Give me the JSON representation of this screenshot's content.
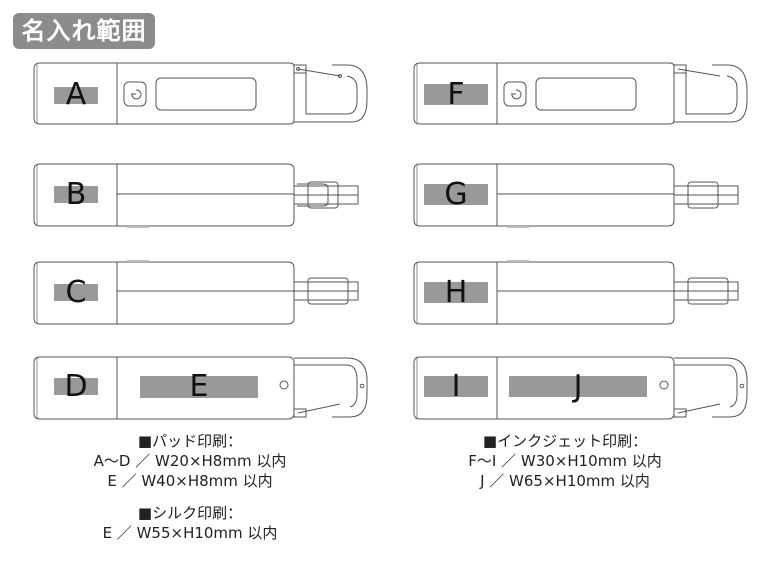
{
  "title": "名入れ範囲",
  "devices": [
    {
      "id": "A",
      "type": "front-button",
      "zones": [
        {
          "label": "A"
        }
      ]
    },
    {
      "id": "B",
      "type": "side-strap",
      "zones": [
        {
          "label": "B"
        }
      ]
    },
    {
      "id": "C",
      "type": "side-strap-flat",
      "zones": [
        {
          "label": "C"
        }
      ]
    },
    {
      "id": "DE",
      "type": "back-carabiner",
      "zones": [
        {
          "label": "D"
        },
        {
          "label": "E"
        }
      ]
    },
    {
      "id": "F",
      "type": "front-button",
      "zones": [
        {
          "label": "F"
        }
      ]
    },
    {
      "id": "G",
      "type": "side-strap",
      "zones": [
        {
          "label": "G"
        }
      ]
    },
    {
      "id": "H",
      "type": "side-strap-flat",
      "zones": [
        {
          "label": "H"
        }
      ]
    },
    {
      "id": "IJ",
      "type": "back-carabiner",
      "zones": [
        {
          "label": "I"
        },
        {
          "label": "J"
        }
      ]
    }
  ],
  "notes_left": {
    "pad_heading": "■パッド印刷：",
    "pad_line1": "A～D ／ W20×H8mm 以内",
    "pad_line2": "E ／ W40×H8mm 以内",
    "silk_heading": "■シルク印刷：",
    "silk_line1": "E ／ W55×H10mm 以内"
  },
  "notes_right": {
    "inkjet_heading": "■インクジェット印刷：",
    "inkjet_line1": "F～I ／ W30×H10mm 以内",
    "inkjet_line2": "J ／ W65×H10mm 以内"
  },
  "colors": {
    "zone": "#999999",
    "outline": "#555555",
    "badge": "#8c8c8c"
  }
}
